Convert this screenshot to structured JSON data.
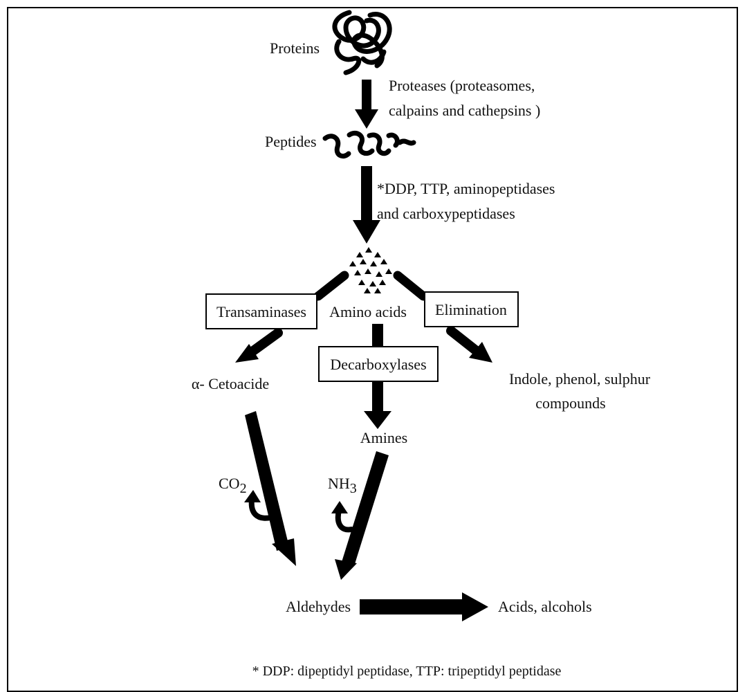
{
  "nodes": {
    "proteins": "Proteins",
    "peptides": "Peptides",
    "amino_acids": "Amino acids",
    "alpha_cetoacide": "α- Cetoacide",
    "indole_line1": "Indole, phenol, sulphur",
    "indole_line2": "compounds",
    "amines": "Amines",
    "aldehydes": "Aldehydes",
    "acids_alcohols": "Acids, alcohols"
  },
  "enzymes": {
    "proteases_line1": "Proteases (proteasomes,",
    "proteases_line2": "calpains and cathepsins )",
    "peptidases_line1": "*DDP, TTP, aminopeptidases",
    "peptidases_line2": "and carboxypeptidases",
    "transaminases": "Transaminases",
    "elimination": "Elimination",
    "decarboxylases": "Decarboxylases"
  },
  "byproducts": {
    "co2": "CO",
    "co2_sub": "2",
    "nh3": "NH",
    "nh3_sub": "3"
  },
  "footnote": "* DDP: dipeptidyl peptidase, TTP: tripeptidyl peptidase"
}
